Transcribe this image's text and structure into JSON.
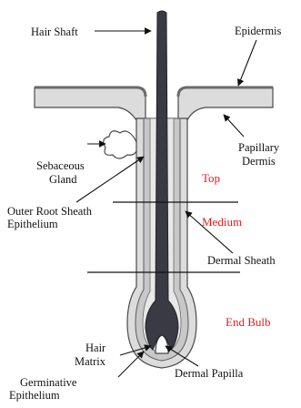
{
  "labels": {
    "hair_shaft": "Hair Shaft",
    "epidermis": "Epidermis",
    "papillary_dermis_1": "Papillary",
    "papillary_dermis_2": "Dermis",
    "sebaceous_gland_1": "Sebaceous",
    "sebaceous_gland_2": "Gland",
    "outer_root_sheath_1": "Outer Root Sheath",
    "outer_root_sheath_2": "Epithelium",
    "dermal_sheath": "Dermal Sheath",
    "hair_matrix_1": "Hair",
    "hair_matrix_2": "Matrix",
    "germinative_epithelium_1": "Germinative",
    "germinative_epithelium_2": "Epithelium",
    "dermal_papilla": "Dermal Papilla"
  },
  "regions": {
    "top": "Top",
    "medium": "Medium",
    "end_bulb": "End Bulb"
  },
  "colors": {
    "region_label": "#e0201b",
    "hair_shaft": "#3a3a44",
    "skin_fill": "#dcdcdc",
    "sheath_fill": "#c8c8c8",
    "outline": "#4a4a4a"
  }
}
